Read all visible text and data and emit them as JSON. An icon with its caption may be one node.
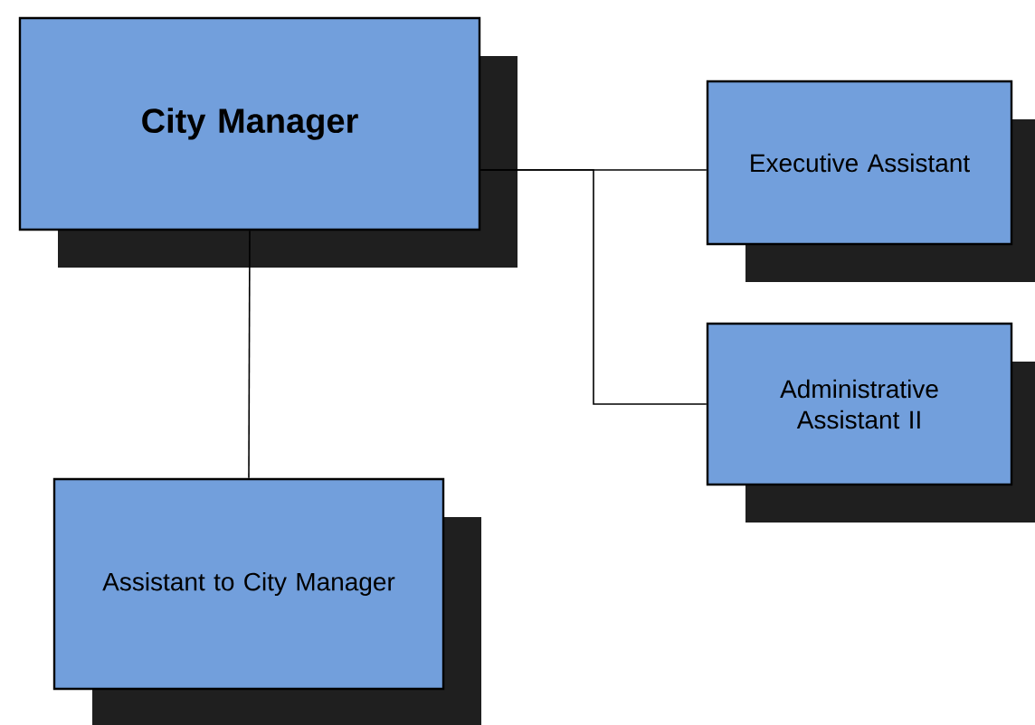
{
  "diagram": {
    "nodes": [
      {
        "text": [
          "City Manager"
        ]
      },
      {
        "text": [
          "Executive Assistant"
        ]
      },
      {
        "text": [
          "Administrative Assistant II"
        ]
      },
      {
        "text": [
          "Assistant to City Manager"
        ]
      }
    ],
    "edges": [
      {
        "from": 0,
        "to": 3,
        "arrow": "none"
      },
      {
        "from": 0,
        "to": 1,
        "arrow": "none"
      },
      {
        "from": 0,
        "to": 2,
        "arrow": "none"
      }
    ]
  }
}
